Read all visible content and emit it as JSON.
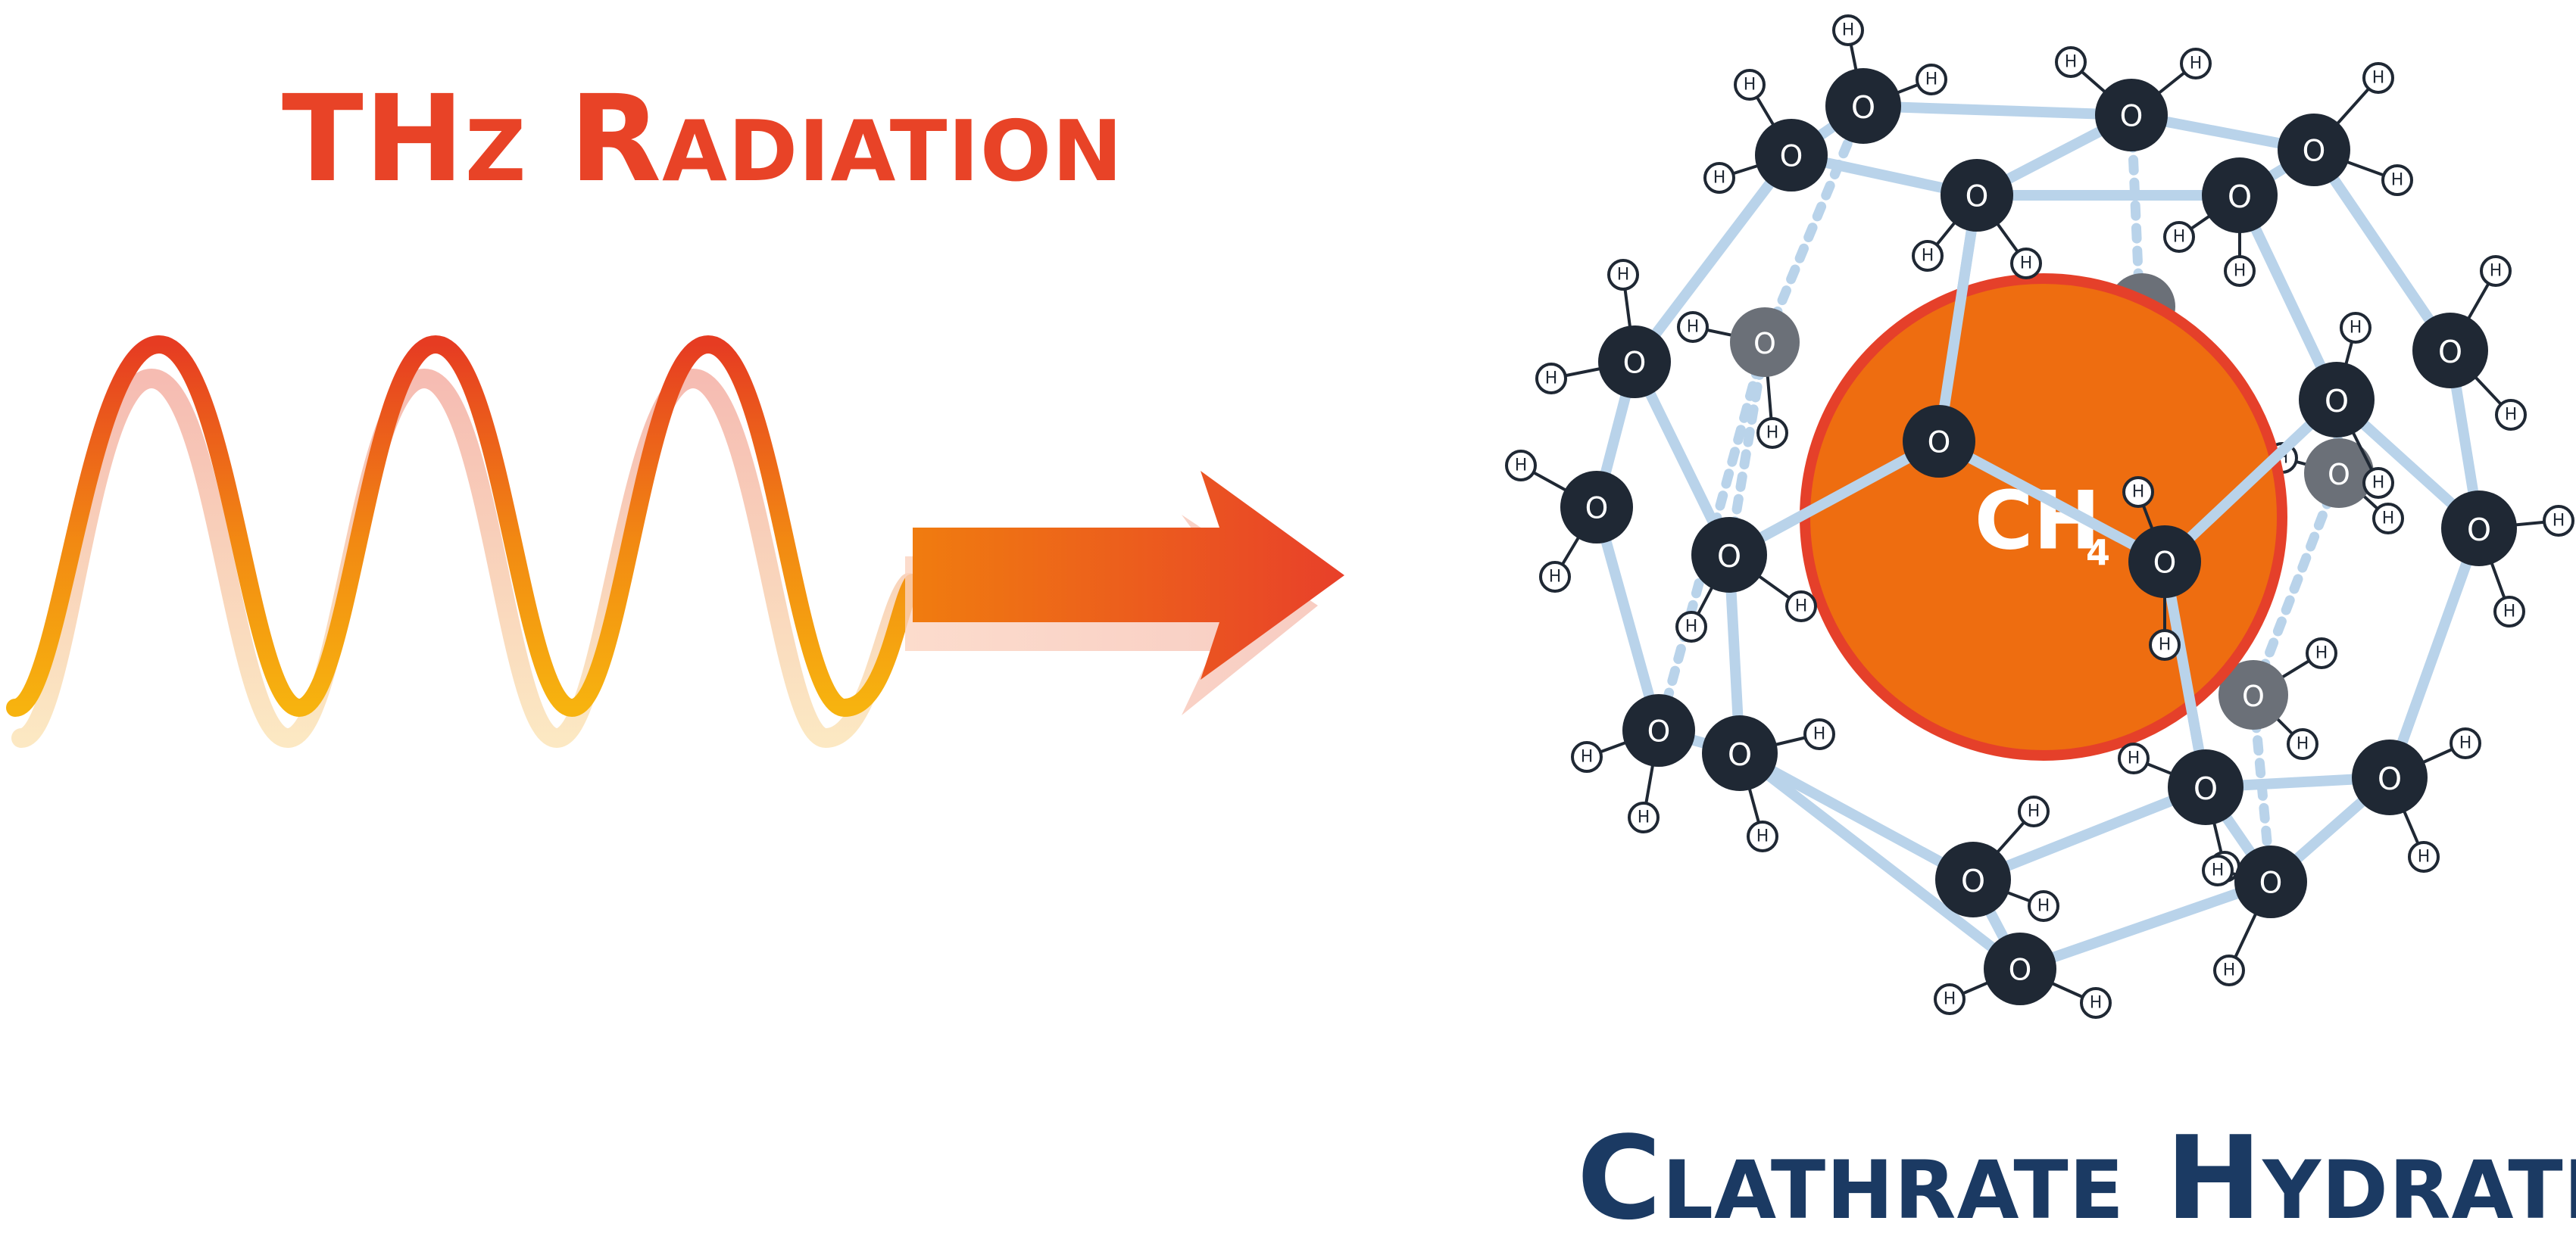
{
  "titles": {
    "left": "THz Radiation",
    "right": "Clathrate Hydrates"
  },
  "molecule": {
    "center_label": "CH",
    "center_subscript": "4",
    "oxygen_label": "O",
    "hydrogen_label": "H"
  },
  "colors": {
    "left_title": "#e84327",
    "right_title": "#1b3a63",
    "wave_top": "#e63c22",
    "wave_bottom": "#f7b30f",
    "arrow_start": "#f07c0f",
    "arrow_end": "#e8402a",
    "methane_fill": "#ee6d10",
    "methane_stroke": "#e5402a",
    "cage_bond": "#b9d3ea",
    "oxygen_front": "#1f2834",
    "oxygen_back": "#6b7078"
  },
  "icons": {
    "wave": "thz-wave-icon",
    "arrow": "right-arrow-icon",
    "cage": "water-cage-icon"
  }
}
